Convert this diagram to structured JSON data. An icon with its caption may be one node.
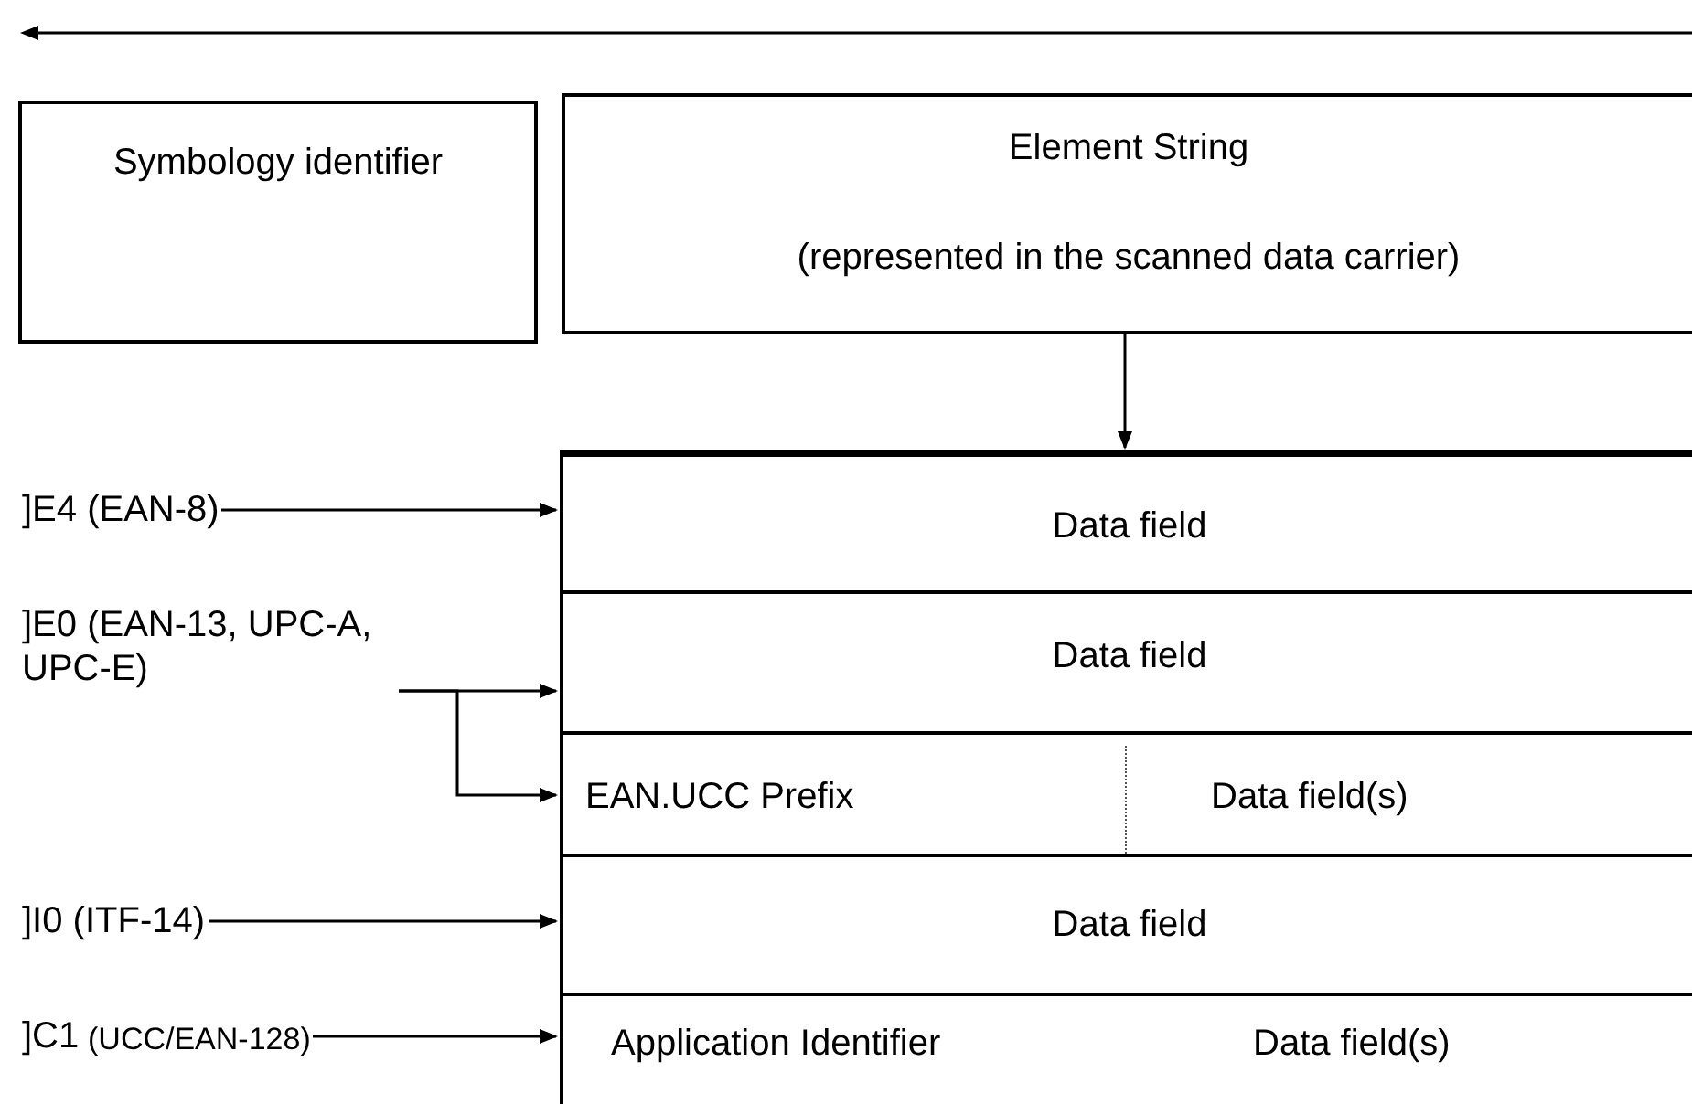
{
  "diagram": {
    "nodes": [
      {
        "text": [
          "Symbology identifier"
        ]
      },
      {
        "text": [
          "Element String",
          "(represented in the scanned data carrier)"
        ]
      },
      {
        "text": [],
        "shape": "box"
      },
      {
        "text": [
          "Data field"
        ],
        "in": 2
      },
      {
        "text": [
          "Data field"
        ],
        "in": 2
      },
      {
        "text": [
          "EAN.UCC Prefix",
          "Data field(s)"
        ],
        "in": 2
      },
      {
        "text": [
          "Data field"
        ],
        "in": 2
      },
      {
        "text": [
          "Application Identifier",
          "Data field(s)"
        ],
        "in": 2
      },
      {
        "text": [
          "]E4 (EAN-8)"
        ]
      },
      {
        "text": [
          "]E0 (EAN-13, UPC-A, UPC-E)"
        ]
      },
      {
        "text": [
          "]I0 (ITF-14)"
        ]
      },
      {
        "text": [
          "]C1",
          "(UCC/EAN-128)"
        ]
      }
    ],
    "edges": [
      {
        "from": 1,
        "to": 2,
        "arrow": "to"
      },
      {
        "from": 8,
        "to": 3,
        "arrow": "to"
      },
      {
        "from": 9,
        "to": 4,
        "arrow": "to"
      },
      {
        "from": 9,
        "to": 5,
        "arrow": "to"
      },
      {
        "from": 10,
        "to": 6,
        "arrow": "to"
      },
      {
        "from": 11,
        "to": 7,
        "arrow": "to"
      }
    ]
  }
}
